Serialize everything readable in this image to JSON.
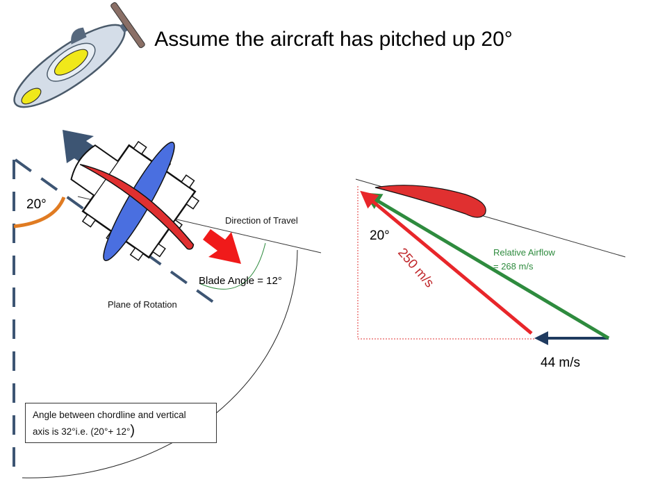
{
  "title": "Assume the aircraft has pitched up 20°",
  "labels": {
    "angle_left": "20°",
    "direction_of_travel": "Direction of Travel",
    "blade_angle": "Blade Angle = 12°",
    "plane_of_rotation": "Plane of Rotation",
    "angle_right": "20°",
    "velocity_250": "250 m/s",
    "relative_airflow_1": "Relative Airflow",
    "relative_airflow_2": "= 268 m/s",
    "velocity_44": "44 m/s"
  },
  "note": {
    "line1": "Angle between chordline and vertical",
    "line2": "axis is 32°i.e. (20°+ 12°",
    "close_paren": ")"
  },
  "colors": {
    "red_vector": "#e8262a",
    "green_vector": "#2e8b3e",
    "navy_vector": "#1f3a5f",
    "dashed_axis": "#3d5573",
    "orange_arc": "#e07b22",
    "blade_blue": "#4a6fe0",
    "airfoil_red": "#e03030",
    "aircraft_body": "#d4dde8",
    "aircraft_wing": "#f0e81a"
  }
}
